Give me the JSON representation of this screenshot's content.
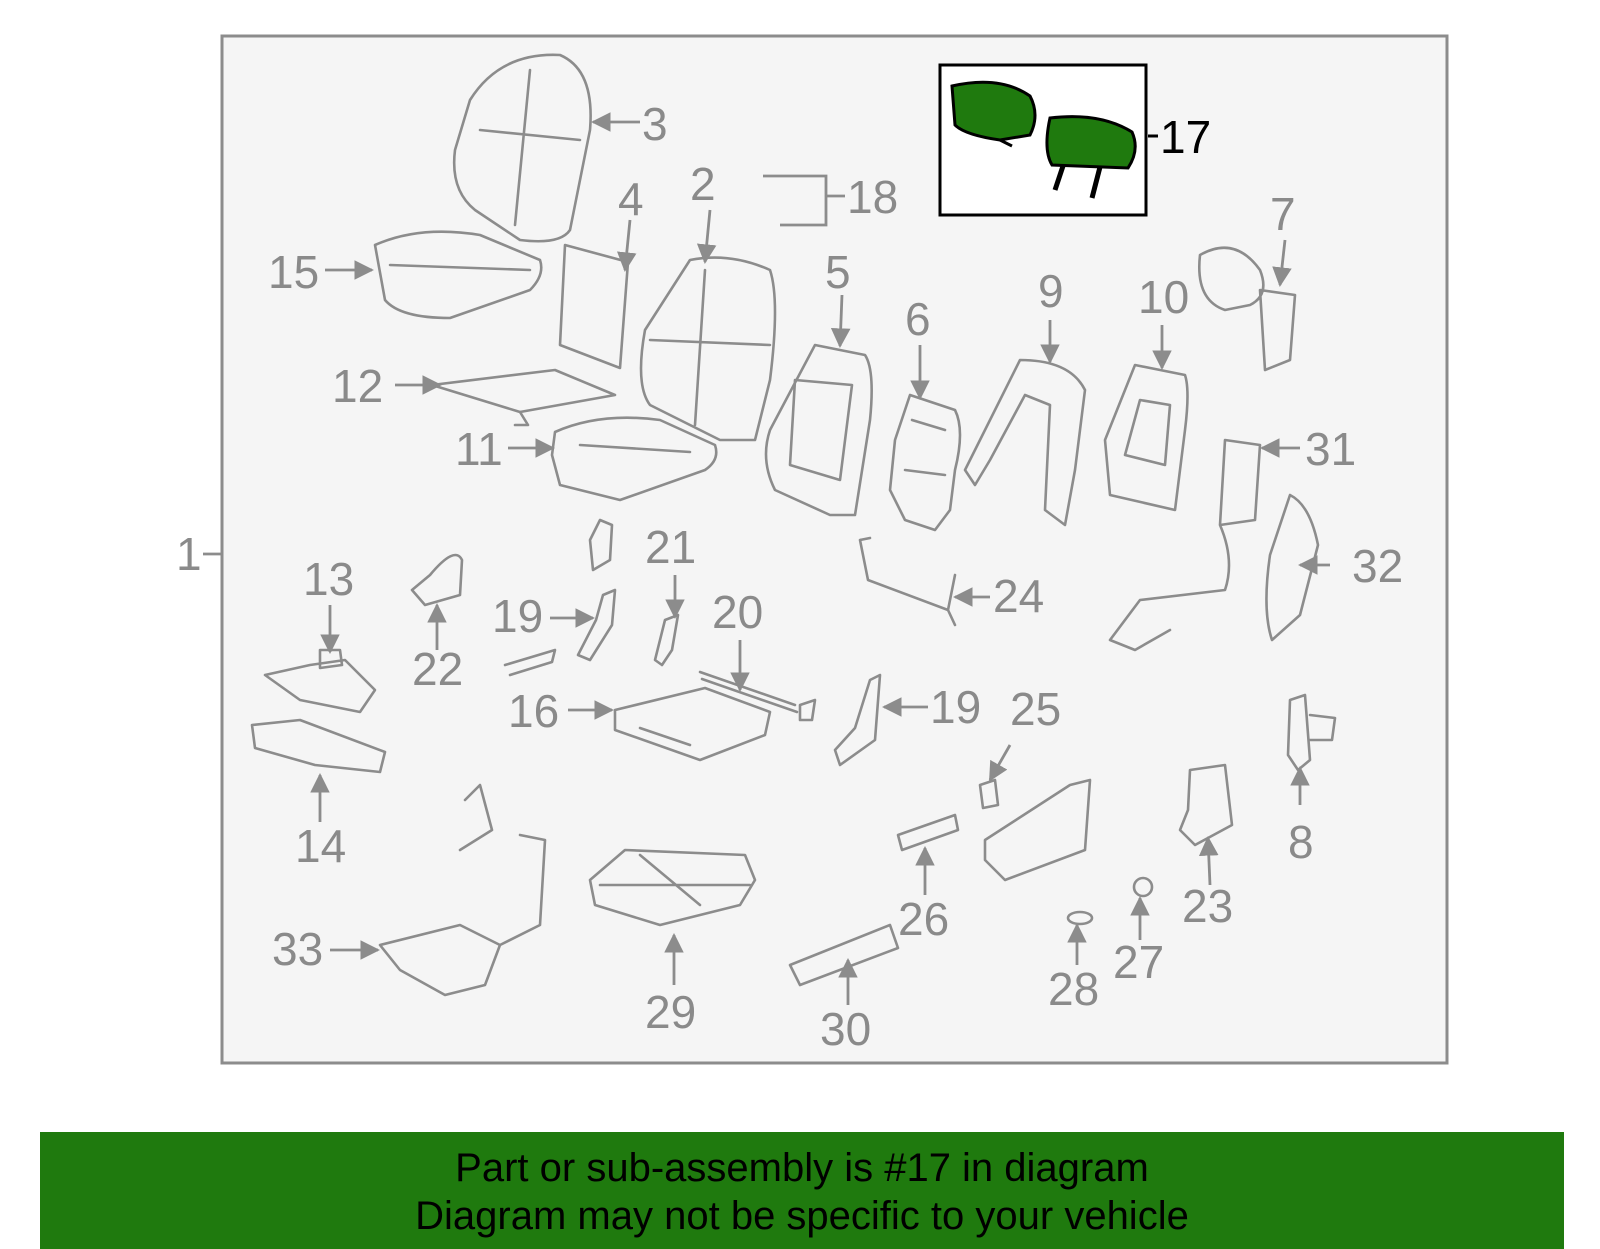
{
  "diagram": {
    "callouts": {
      "c1": "1",
      "c2": "2",
      "c3": "3",
      "c4": "4",
      "c5": "5",
      "c6": "6",
      "c7": "7",
      "c8": "8",
      "c9": "9",
      "c10": "10",
      "c11": "11",
      "c12": "12",
      "c13": "13",
      "c14": "14",
      "c15": "15",
      "c16": "16",
      "c17": "17",
      "c18": "18",
      "c19a": "19",
      "c19b": "19",
      "c20": "20",
      "c21": "21",
      "c22": "22",
      "c23": "23",
      "c24": "24",
      "c25": "25",
      "c26": "26",
      "c27": "27",
      "c28": "28",
      "c29": "29",
      "c30": "30",
      "c31": "31",
      "c32": "32",
      "c33": "33"
    },
    "highlight_part": "17",
    "colors": {
      "highlight_fill": "#1f7a0e",
      "line_gray": "#8c8c8c",
      "frame_bg": "#f5f5f5"
    }
  },
  "banner": {
    "line1": "Part or sub-assembly is #17 in diagram",
    "line2": "Diagram may not be specific to your vehicle",
    "background": "#1f7a0e"
  }
}
